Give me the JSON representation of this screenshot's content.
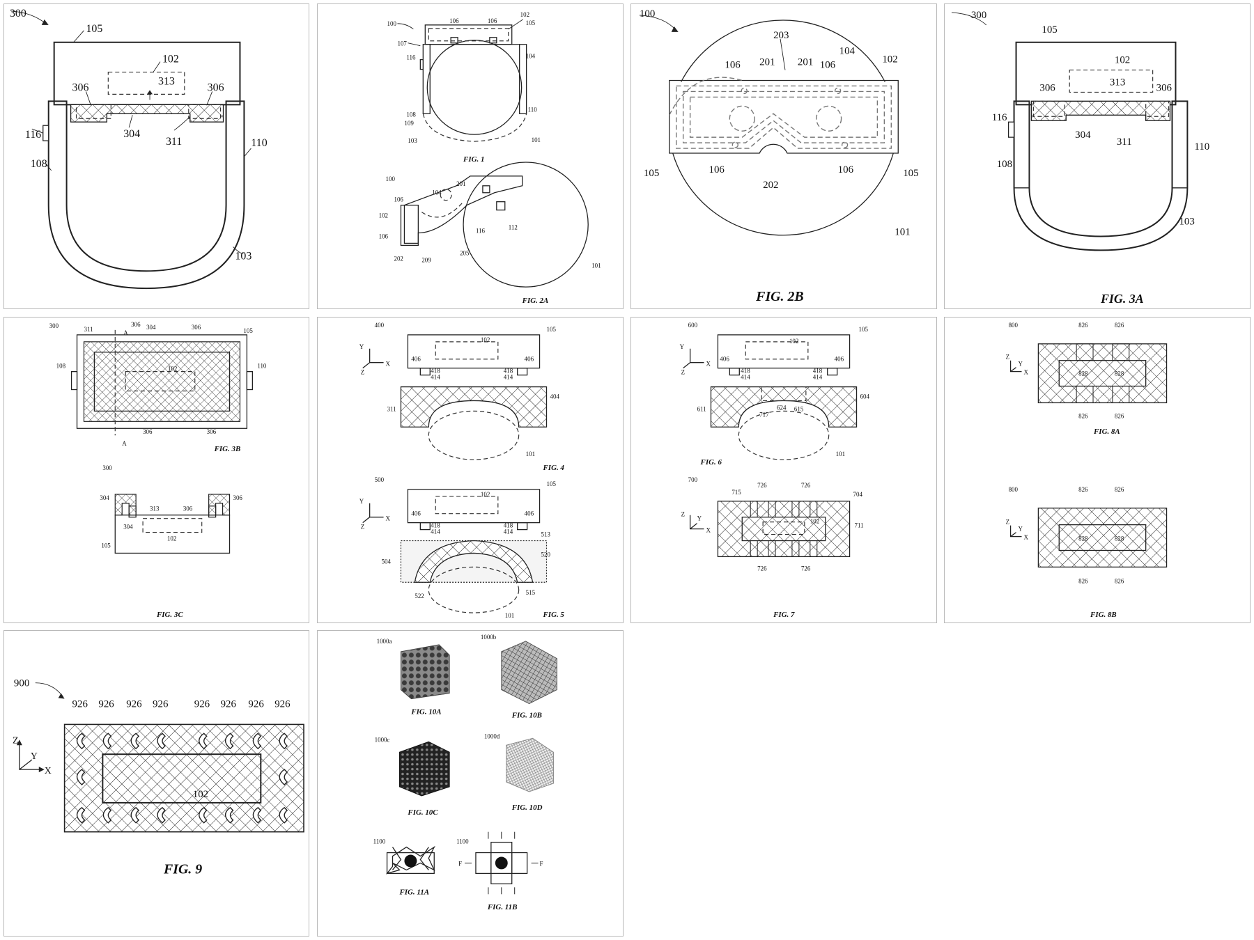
{
  "panels": [
    {
      "id": "p300a",
      "caption": "",
      "labels": [
        "300",
        "105",
        "102",
        "313",
        "306",
        "306",
        "304",
        "311",
        "116",
        "108",
        "110",
        "103"
      ]
    },
    {
      "id": "p1",
      "caption": "FIG. 1",
      "labels": [
        "100",
        "106",
        "106",
        "102",
        "105",
        "107",
        "104",
        "116",
        "108",
        "110",
        "109",
        "103",
        "101"
      ]
    },
    {
      "id": "p2a",
      "caption": "FIG. 2A",
      "labels": [
        "100",
        "201",
        "106",
        "104",
        "102",
        "106",
        "116",
        "112",
        "202",
        "209",
        "205",
        "101"
      ]
    },
    {
      "id": "p2b",
      "caption": "FIG. 2B",
      "labels": [
        "100",
        "203",
        "104",
        "102",
        "106",
        "201",
        "201",
        "106",
        "105",
        "106",
        "106",
        "105",
        "202",
        "101"
      ]
    },
    {
      "id": "p3a",
      "caption": "FIG. 3A",
      "labels": [
        "300",
        "105",
        "102",
        "313",
        "306",
        "306",
        "116",
        "304",
        "311",
        "110",
        "108",
        "103"
      ]
    },
    {
      "id": "p3b",
      "caption": "FIG. 3B",
      "labels": [
        "300",
        "311",
        "A",
        "306",
        "304",
        "306",
        "105",
        "108",
        "102",
        "110",
        "306",
        "306",
        "A"
      ]
    },
    {
      "id": "p3c",
      "caption": "FIG. 3C",
      "labels": [
        "300",
        "304",
        "313",
        "306",
        "304",
        "306",
        "102",
        "105"
      ]
    },
    {
      "id": "p4",
      "caption": "FIG. 4",
      "labels": [
        "400",
        "105",
        "102",
        "Y",
        "Z",
        "X",
        "406",
        "406",
        "418",
        "414",
        "418",
        "414",
        "404",
        "311",
        "101"
      ]
    },
    {
      "id": "p5",
      "caption": "FIG. 5",
      "labels": [
        "500",
        "105",
        "102",
        "Y",
        "Z",
        "X",
        "406",
        "406",
        "418",
        "414",
        "418",
        "414",
        "513",
        "504",
        "520",
        "522",
        "515",
        "101"
      ]
    },
    {
      "id": "p6",
      "caption": "FIG. 6",
      "labels": [
        "600",
        "105",
        "102",
        "Y",
        "Z",
        "X",
        "406",
        "406",
        "418",
        "414",
        "418",
        "414",
        "604",
        "611",
        "717",
        "624",
        "615",
        "101"
      ]
    },
    {
      "id": "p7",
      "caption": "FIG. 7",
      "labels": [
        "700",
        "715",
        "726",
        "726",
        "704",
        "Z",
        "Y",
        "X",
        "102",
        "711",
        "726",
        "726"
      ]
    },
    {
      "id": "p8a",
      "caption": "FIG. 8A",
      "labels": [
        "800",
        "826",
        "826",
        "Z",
        "Y",
        "X",
        "828",
        "828",
        "826",
        "826"
      ]
    },
    {
      "id": "p8b",
      "caption": "FIG. 8B",
      "labels": [
        "800",
        "826",
        "826",
        "Z",
        "Y",
        "X",
        "828",
        "828",
        "826",
        "826"
      ]
    },
    {
      "id": "p9",
      "caption": "FIG. 9",
      "labels": [
        "900",
        "926",
        "926",
        "926",
        "926",
        "926",
        "926",
        "926",
        "926",
        "Z",
        "Y",
        "X",
        "102"
      ]
    },
    {
      "id": "p10",
      "captions": [
        "FIG. 10A",
        "FIG. 10B",
        "FIG. 10C",
        "FIG. 10D",
        "FIG. 11A",
        "FIG. 11B"
      ],
      "labels": [
        "1000a",
        "1000b",
        "1000c",
        "1000d",
        "1100",
        "1100",
        "F",
        "F"
      ]
    }
  ]
}
